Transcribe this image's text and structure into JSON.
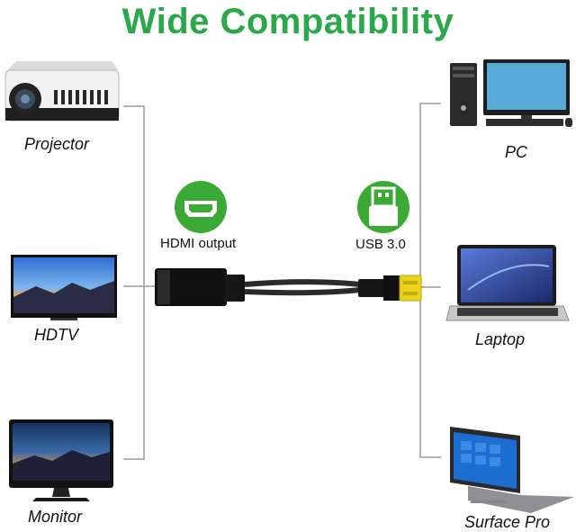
{
  "title": "Wide Compatibility",
  "left_devices": [
    {
      "label": "Projector",
      "icon": "projector-icon"
    },
    {
      "label": "HDTV",
      "icon": "tv-icon"
    },
    {
      "label": "Monitor",
      "icon": "monitor-icon"
    }
  ],
  "right_devices": [
    {
      "label": "PC",
      "icon": "desktop-pc-icon"
    },
    {
      "label": "Laptop",
      "icon": "laptop-icon"
    },
    {
      "label": "Surface Pro",
      "icon": "tablet-icon"
    }
  ],
  "adapter": {
    "hdmi_label": "HDMI output",
    "usb_label": "USB 3.0",
    "hdmi_icon": "hdmi-port-icon",
    "usb_icon": "usb-port-icon"
  },
  "colors": {
    "title": "#2aa84a",
    "accent_green": "#3aaa35",
    "line": "#9a9a9a",
    "usb_gold": "#e8d21a"
  }
}
